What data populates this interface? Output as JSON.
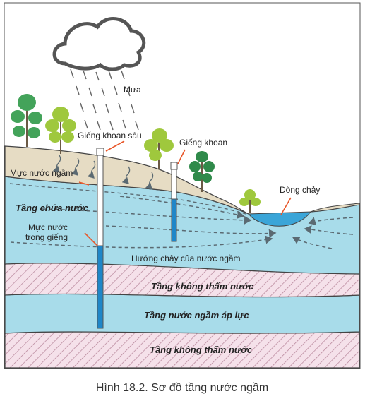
{
  "labels": {
    "rain": "Mưa",
    "deep_well": "Giếng khoan sâu",
    "well": "Giếng khoan",
    "groundwater_level": "Mực nước ngầm",
    "aquifer": "Tầng chứa nước",
    "well_level_1": "Mực nước",
    "well_level_2": "trong giếng",
    "stream": "Dòng chảy",
    "flow_direction": "Hướng chảy của nước ngầm",
    "impermeable_1": "Tầng không thấm nước",
    "pressure_aquifer": "Tầng nước ngầm áp lực",
    "impermeable_2": "Tầng không thấm nước"
  },
  "caption": "Hình 18.2. Sơ đồ tầng nước ngầm",
  "colors": {
    "water": "#a8dcea",
    "soil": "#e6dcc4",
    "impermeable": "#f5e1ea",
    "hatch": "#b58297",
    "well_water": "#1f86c8",
    "pointer": "#e8572a",
    "tree_green": "#43a35a",
    "tree_light": "#9fc83d"
  }
}
